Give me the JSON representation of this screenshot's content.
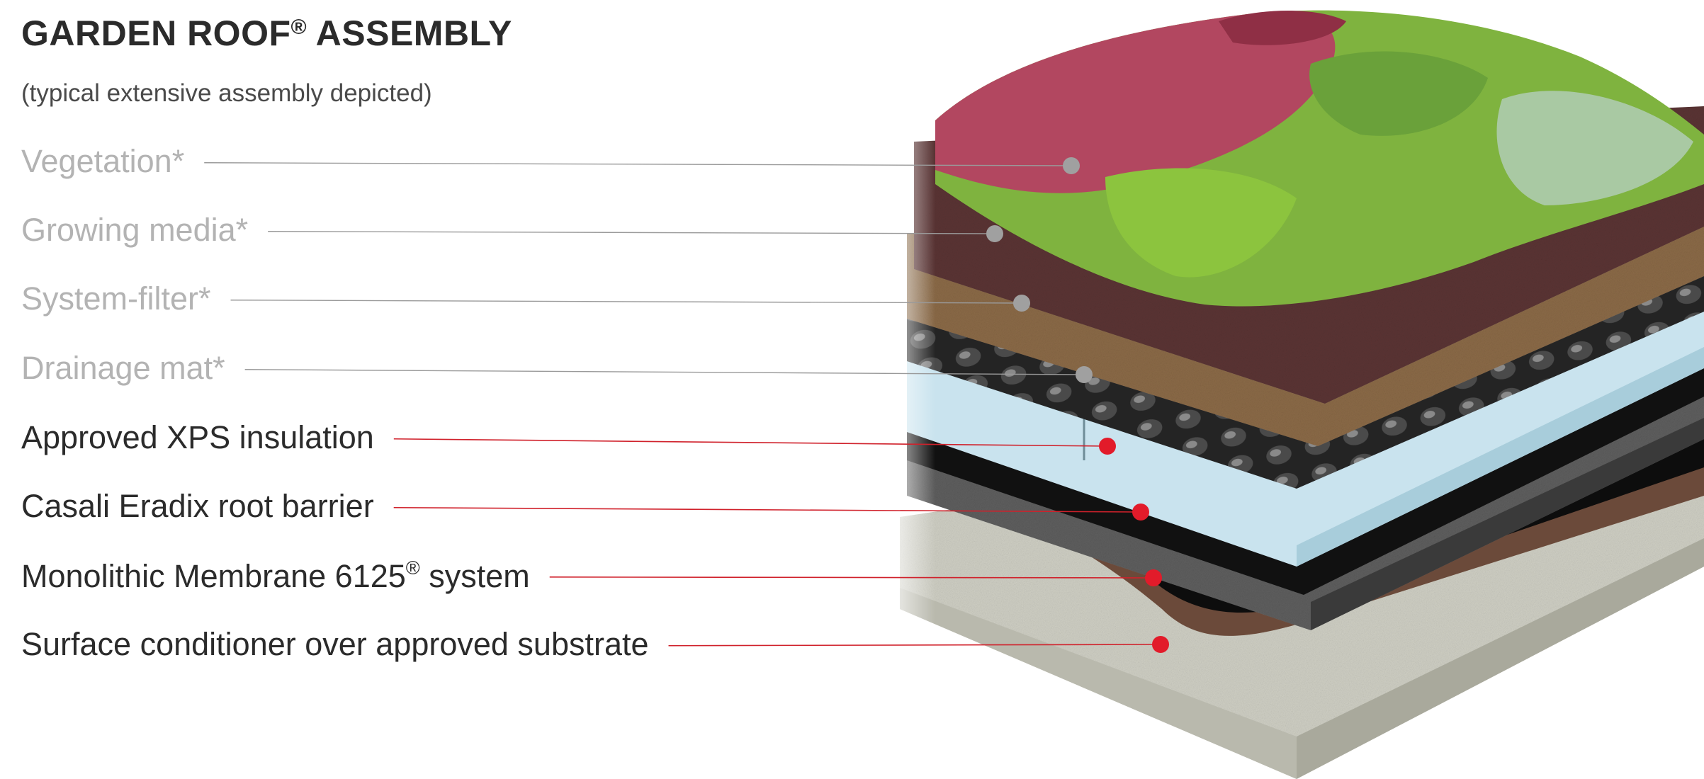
{
  "title": {
    "text": "GARDEN ROOF",
    "mark": "®",
    "suffix": " ASSEMBLY"
  },
  "subtitle": "(typical extensive assembly depicted)",
  "colors": {
    "muted_label": "#b3b3b3",
    "active_label": "#2b2b2b",
    "muted_leader": "#9a9a9a",
    "muted_dot": "#a0a0a0",
    "active_leader": "#d0212b",
    "active_dot": "#e21b2a"
  },
  "layers": [
    {
      "id": "vegetation",
      "text": "Vegetation*",
      "mark": "",
      "after": "",
      "state": "muted"
    },
    {
      "id": "growing-media",
      "text": "Growing media*",
      "mark": "",
      "after": "",
      "state": "muted"
    },
    {
      "id": "system-filter",
      "text": "System-filter*",
      "mark": "",
      "after": "",
      "state": "muted"
    },
    {
      "id": "drainage-mat",
      "text": "Drainage mat*",
      "mark": "",
      "after": "",
      "state": "muted"
    },
    {
      "id": "xps-insulation",
      "text": "Approved XPS insulation",
      "mark": "",
      "after": "",
      "state": "active"
    },
    {
      "id": "root-barrier",
      "text": "Casali Eradix root barrier",
      "mark": "",
      "after": "",
      "state": "active"
    },
    {
      "id": "membrane",
      "text": "Monolithic Membrane 6125",
      "mark": "®",
      "after": " system",
      "state": "active"
    },
    {
      "id": "surface-conditioner",
      "text": "Surface conditioner over approved substrate",
      "mark": "",
      "after": "",
      "state": "active"
    }
  ]
}
